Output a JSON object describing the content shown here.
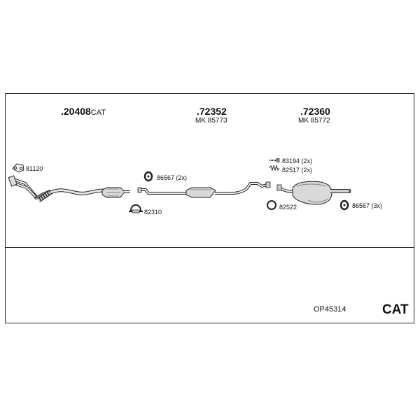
{
  "header_parts": [
    {
      "prefix": ".",
      "number": "20408",
      "suffix": "CAT",
      "mk": ""
    },
    {
      "prefix": ".",
      "number": "72352",
      "suffix": "",
      "mk": "MK 85773"
    },
    {
      "prefix": ".",
      "number": "72360",
      "suffix": "",
      "mk": "MK 85772"
    }
  ],
  "components": {
    "gasket": "81120",
    "rubber_mount_front": "86567 (2x)",
    "clamp": "82310",
    "bolt": "83194 (2x)",
    "spring": "82517 (2x)",
    "ring": "82522",
    "rubber_mount_rear": "86567 (3x)"
  },
  "footer": {
    "set_code": "OP45314",
    "type": "CAT"
  },
  "colors": {
    "line": "#222222",
    "part_fill": "#d9d9d9",
    "part_dark": "#8c8c8c"
  }
}
